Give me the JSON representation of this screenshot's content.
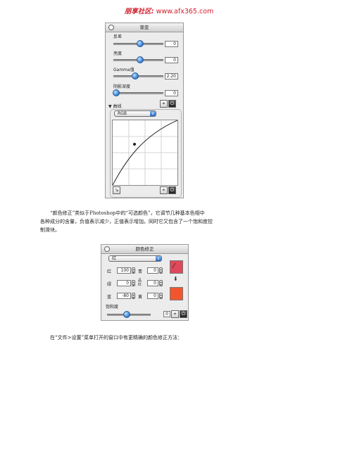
{
  "watermark": {
    "logo": "朋享社区:",
    "url": "www.afx365.com"
  },
  "gradient_panel": {
    "title": "渐变",
    "sliders": [
      {
        "label": "反差",
        "value": "0",
        "position": 0.5
      },
      {
        "label": "亮度",
        "value": "0",
        "position": 0.5
      },
      {
        "label": "Gamma值",
        "value": "2.20",
        "position": 0.43
      },
      {
        "label": "阴影深度",
        "value": "0",
        "position": 0.0
      }
    ],
    "curve_toggle_label": "曲线",
    "channel_select": "RGB"
  },
  "paragraph1": [
    "“颜色修正”类似于Photoshop中的“可选颜色”，它调节几种基本色相中",
    "各种成分的含量，负值表示减少，正值表示增加。同时它又包含了一个饱和度控",
    "制滑块。"
  ],
  "color_panel": {
    "title": "颜色修正",
    "color_select": "红",
    "rows": [
      {
        "l_label": "红",
        "l_value": "100",
        "r_label": "青",
        "r_value": "0"
      },
      {
        "l_label": "绿",
        "l_value": "0",
        "r_label": "品红",
        "r_value": "0"
      },
      {
        "l_label": "蓝",
        "l_value": "-80",
        "r_label": "黄",
        "r_value": "0"
      }
    ],
    "saturation_label": "饱和度",
    "saturation_value": "0",
    "saturation_position": 0.5,
    "swatch_source": "#e0485a",
    "swatch_result": "#f2552e"
  },
  "paragraph2": "在“文件>设置”菜单打开的窗口中有更精确的颜色修正方法："
}
